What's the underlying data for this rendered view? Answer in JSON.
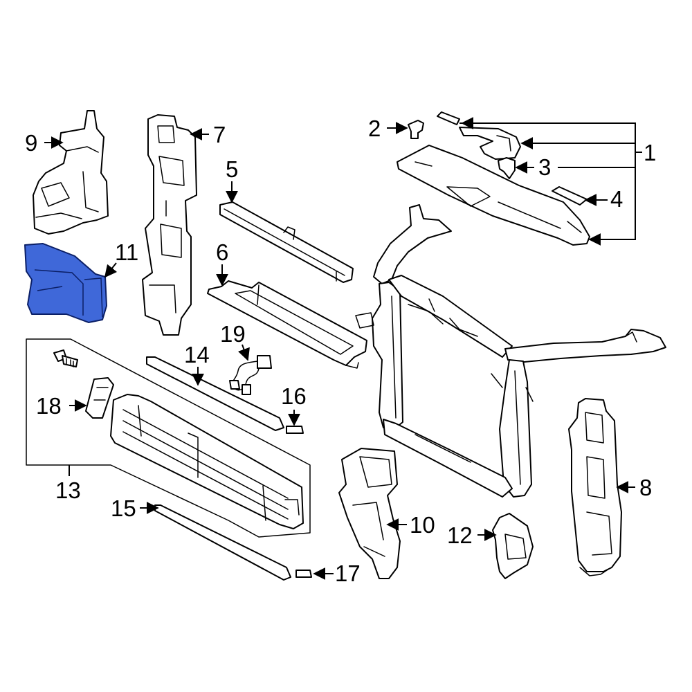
{
  "callouts": {
    "c1": "1",
    "c2": "2",
    "c3": "3",
    "c4": "4",
    "c5": "5",
    "c6": "6",
    "c7": "7",
    "c8": "8",
    "c9": "9",
    "c10": "10",
    "c11": "11",
    "c12": "12",
    "c13": "13",
    "c14": "14",
    "c15": "15",
    "c16": "16",
    "c17": "17",
    "c18": "18",
    "c19": "19"
  },
  "colors": {
    "highlight": "#3f68d9",
    "line": "#000000",
    "background": "#ffffff"
  }
}
